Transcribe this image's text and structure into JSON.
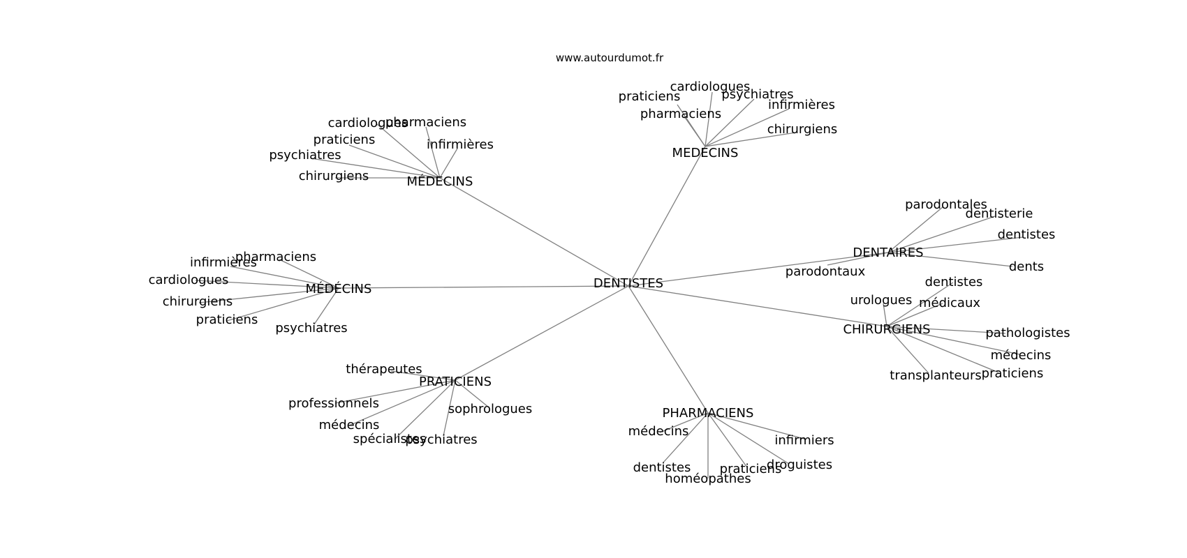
{
  "source": "www.autourdumot.fr",
  "center": "DENTISTES",
  "groups": [
    {
      "id": "medecins_top",
      "label": "MEDECINS",
      "leaves": [
        "praticiens",
        "cardiologues",
        "psychiatres",
        "infirmières",
        "pharmaciens",
        "chirurgiens"
      ]
    },
    {
      "id": "medecins_upper_left",
      "label": "MÉDECINS",
      "leaves": [
        "cardiologues",
        "pharmaciens",
        "praticiens",
        "infirmières",
        "psychiatres",
        "chirurgiens"
      ]
    },
    {
      "id": "medecins_left",
      "label": "MÉDÉCINS",
      "leaves": [
        "pharmaciens",
        "infirmières",
        "cardiologues",
        "chirurgiens",
        "praticiens",
        "psychiatres"
      ]
    },
    {
      "id": "praticiens",
      "label": "PRATICIENS",
      "leaves": [
        "thérapeutes",
        "professionnels",
        "médecins",
        "spécialistes",
        "psychiatres",
        "sophrologues"
      ]
    },
    {
      "id": "pharmaciens",
      "label": "PHARMACIENS",
      "leaves": [
        "médecins",
        "dentistes",
        "homéopathes",
        "praticiens",
        "droguistes",
        "infirmiers"
      ]
    },
    {
      "id": "chirurgiens",
      "label": "CHIRURGIENS",
      "leaves": [
        "urologues",
        "médicaux",
        "dentistes",
        "pathologistes",
        "médecins",
        "praticiens",
        "transplanteurs"
      ]
    },
    {
      "id": "dentaires",
      "label": "DENTAIRES",
      "leaves": [
        "parodontales",
        "dentisterie",
        "dentistes",
        "dents",
        "parodontaux"
      ]
    }
  ]
}
